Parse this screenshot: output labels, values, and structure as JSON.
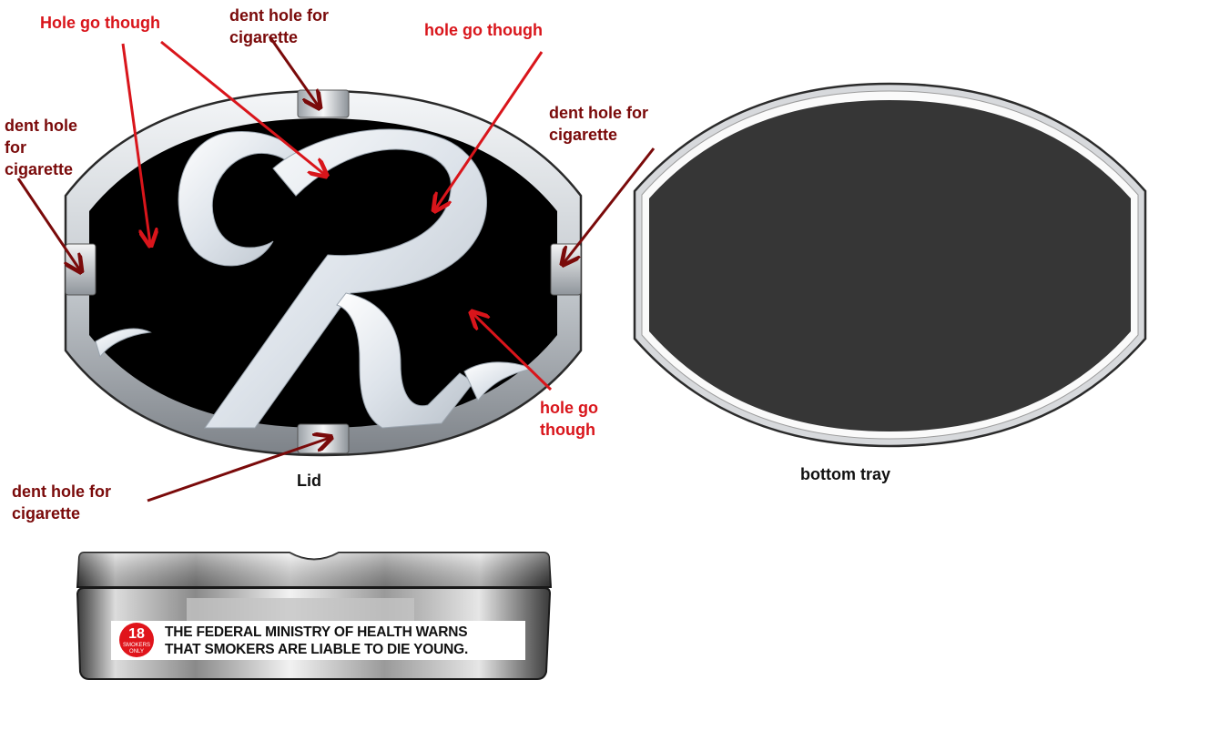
{
  "annotations": {
    "hole_top_left": "Hole go though",
    "dent_top": "dent hole for\ncigarette",
    "hole_top_right": "hole go though",
    "dent_left": "dent hole\nfor\ncigarette",
    "dent_right": "dent hole for\ncigarette",
    "hole_bottom_right": "hole go\nthough",
    "dent_bottom": "dent hole for\ncigarette"
  },
  "captions": {
    "lid": "Lid",
    "bottom_tray": "bottom tray"
  },
  "lid_logo": "R",
  "side_view": {
    "age_badge_number": "18",
    "age_badge_small": "SMOKERS\nONLY",
    "warning": "THE FEDERAL MINISTRY OF HEALTH WARNS\nTHAT SMOKERS ARE LIABLE TO DIE YOUNG."
  },
  "colors": {
    "annotation_red": "#d9151b",
    "annotation_dark_red": "#7a0a0a",
    "tray_fill": "#363636",
    "lid_fill": "#000000",
    "badge_red": "#e0141b"
  }
}
